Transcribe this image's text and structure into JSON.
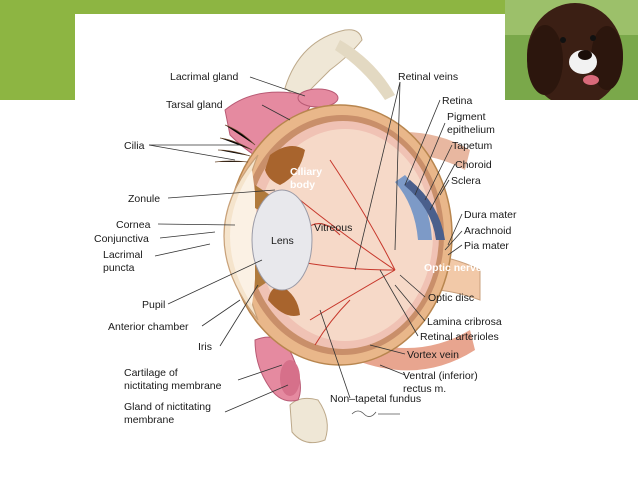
{
  "labels": {
    "lacrimal_gland": "Lacrimal gland",
    "tarsal_gland": "Tarsal gland",
    "cilia": "Cilia",
    "ciliary_body_1": "Ciliary",
    "ciliary_body_2": "body",
    "zonule": "Zonule",
    "cornea": "Cornea",
    "conjunctiva": "Conjunctiva",
    "lacrimal_puncta_1": "Lacrimal",
    "lacrimal_puncta_2": "puncta",
    "lens": "Lens",
    "vitreous": "Vitreous",
    "pupil": "Pupil",
    "anterior_chamber": "Anterior chamber",
    "iris": "Iris",
    "cartilage_1": "Cartilage of",
    "cartilage_2": "nictitating membrane",
    "gland_nict_1": "Gland of nictitating",
    "gland_nict_2": "membrane",
    "retinal_veins": "Retinal veins",
    "retina": "Retina",
    "pigment_1": "Pigment",
    "pigment_2": "epithelium",
    "tapetum": "Tapetum",
    "choroid": "Choroid",
    "sclera": "Sclera",
    "dura_mater": "Dura mater",
    "arachnoid": "Arachnoid",
    "pia_mater": "Pia mater",
    "optic_nerve": "Optic nerve",
    "optic_disc": "Optic disc",
    "lamina_cribrosa": "Lamina cribrosa",
    "retinal_arterioles": "Retinal arterioles",
    "vortex_vein": "Vortex vein",
    "ventral_1": "Ventral (inferior)",
    "ventral_2": "rectus m.",
    "non_tapetal": "Non–tapetal fundus"
  },
  "colors": {
    "accent_green": "#8db542",
    "sclera_tan": "#e9b78a",
    "retina_pink": "#f0c2b4",
    "vitreous": "#f6d9c8",
    "lens": "#e8e8ec",
    "iris_brown": "#b07a3c",
    "lid_pink": "#e58aa0"
  }
}
